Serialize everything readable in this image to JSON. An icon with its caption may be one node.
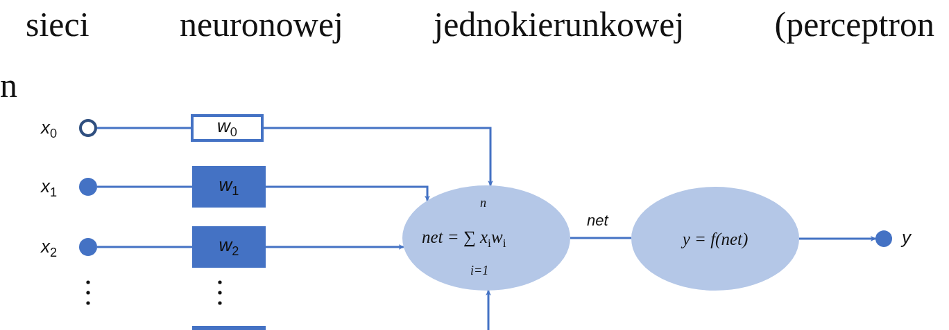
{
  "diagram": {
    "nodes": [
      {
        "text": [],
        "shape": "circle",
        "beside": [
          "x$_{0}$"
        ]
      },
      {
        "text": [
          "w$_{0}$"
        ]
      },
      {
        "text": [],
        "shape": "circle",
        "beside": [
          "x$_{1}$"
        ]
      },
      {
        "text": [
          "w$_{1}$"
        ]
      },
      {
        "text": [],
        "shape": "circle",
        "beside": [
          "x$_{2}$"
        ]
      },
      {
        "text": [
          "w$_{2}$"
        ]
      },
      {
        "text": [],
        "shape": "box"
      },
      {
        "text": [
          "n",
          "net = ∑ x$_{i}$w$_{i}$",
          "i=1"
        ]
      },
      {
        "text": [
          "y = f(net)"
        ]
      },
      {
        "text": [],
        "shape": "circle",
        "beside": [
          "y"
        ]
      }
    ],
    "edges": [
      {
        "from": 0,
        "to": 1,
        "arrow": "none"
      },
      {
        "from": 2,
        "to": 3,
        "arrow": "none"
      },
      {
        "from": 4,
        "to": 5,
        "arrow": "none"
      },
      {
        "from": 1,
        "to": 7,
        "arrow": "to"
      },
      {
        "from": 3,
        "to": 7,
        "arrow": "to"
      },
      {
        "from": 5,
        "to": 7,
        "arrow": "to"
      },
      {
        "from": null,
        "to": 7,
        "arrow": "to"
      },
      {
        "from": 7,
        "to": 8,
        "arrow": "none",
        "label": "net"
      },
      {
        "from": 8,
        "to": 9,
        "arrow": "to"
      }
    ],
    "labels": [
      "sieci neuronowej jednokierunkowej (perceptron",
      "n"
    ]
  }
}
